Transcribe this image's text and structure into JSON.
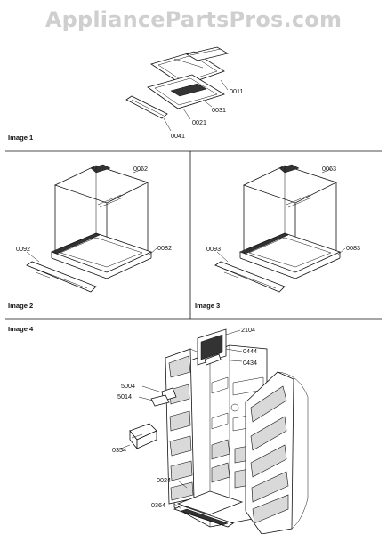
{
  "watermark": "AppliancePartsPros.com",
  "sections": [
    {
      "caption": "Image 1",
      "labels": [
        "0011",
        "0031",
        "0021",
        "0041"
      ]
    },
    {
      "caption": "Image 2",
      "labels": [
        "0062",
        "0092",
        "0082"
      ]
    },
    {
      "caption": "Image 3",
      "labels": [
        "0063",
        "0093",
        "0083"
      ]
    },
    {
      "caption": "Image 4",
      "labels": [
        "2104",
        "0444",
        "0434",
        "5004",
        "5014",
        "0354",
        "0024",
        "0364"
      ]
    }
  ]
}
